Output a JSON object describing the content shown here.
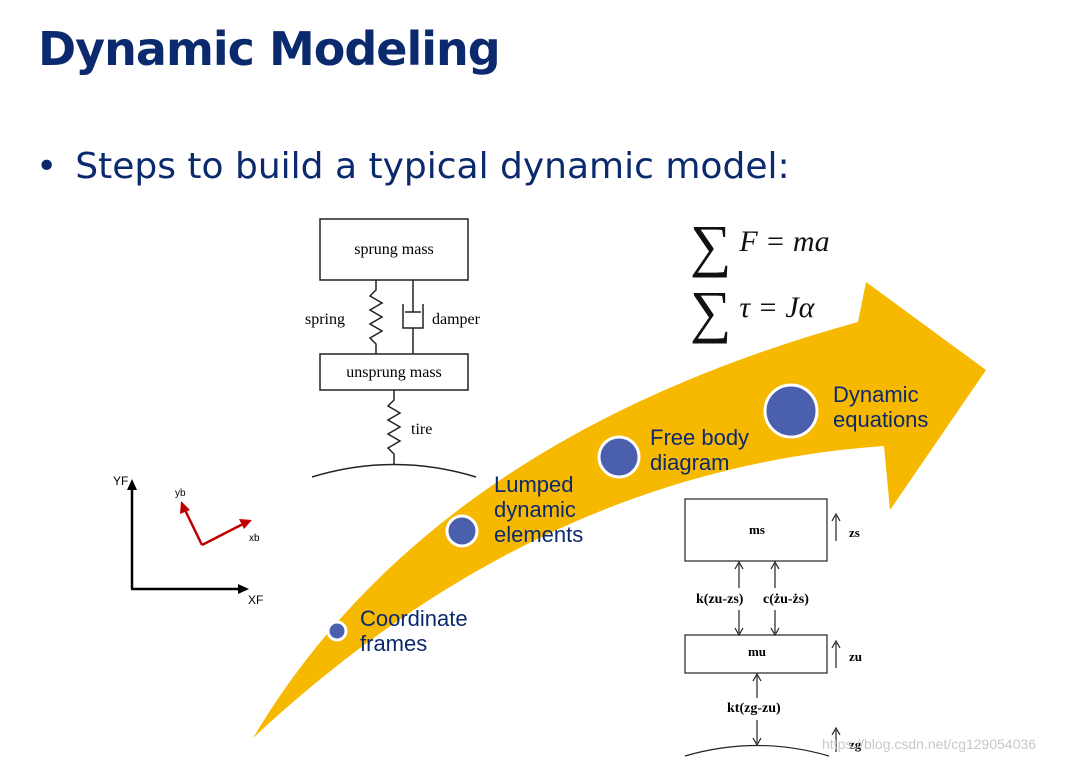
{
  "slide": {
    "title": "Dynamic Modeling",
    "bullet_marker": "•",
    "bullet": "Steps to build a typical dynamic model:",
    "arrow_color": "#f7b800",
    "circle_color": "#4a5fae"
  },
  "steps": [
    {
      "lines": [
        "Coordinate",
        "frames"
      ]
    },
    {
      "lines": [
        "Lumped",
        "dynamic",
        "elements"
      ]
    },
    {
      "lines": [
        "Free body",
        "diagram"
      ]
    },
    {
      "lines": [
        "Dynamic",
        "equations"
      ]
    }
  ],
  "equations": {
    "sigma": "∑",
    "force": "F = ma",
    "torque": "τ = Jα"
  },
  "suspension": {
    "sprung_mass": "sprung mass",
    "spring": "spring",
    "damper": "damper",
    "unsprung_mass": "unsprung mass",
    "tire": "tire"
  },
  "frames": {
    "YF": "YF",
    "XF": "XF",
    "yb": "yb",
    "xb": "xb",
    "body_axis_color": "#c00000"
  },
  "fbd": {
    "ms": "ms",
    "zs": "zs",
    "mu": "mu",
    "zu": "zu",
    "zg": "zg",
    "spring_force": "k(zu-zs)",
    "damper_force": "c(żu-żs)",
    "tire_force": "kt(zg-zu)"
  },
  "watermark": "https://blog.csdn.net/cg129054036"
}
